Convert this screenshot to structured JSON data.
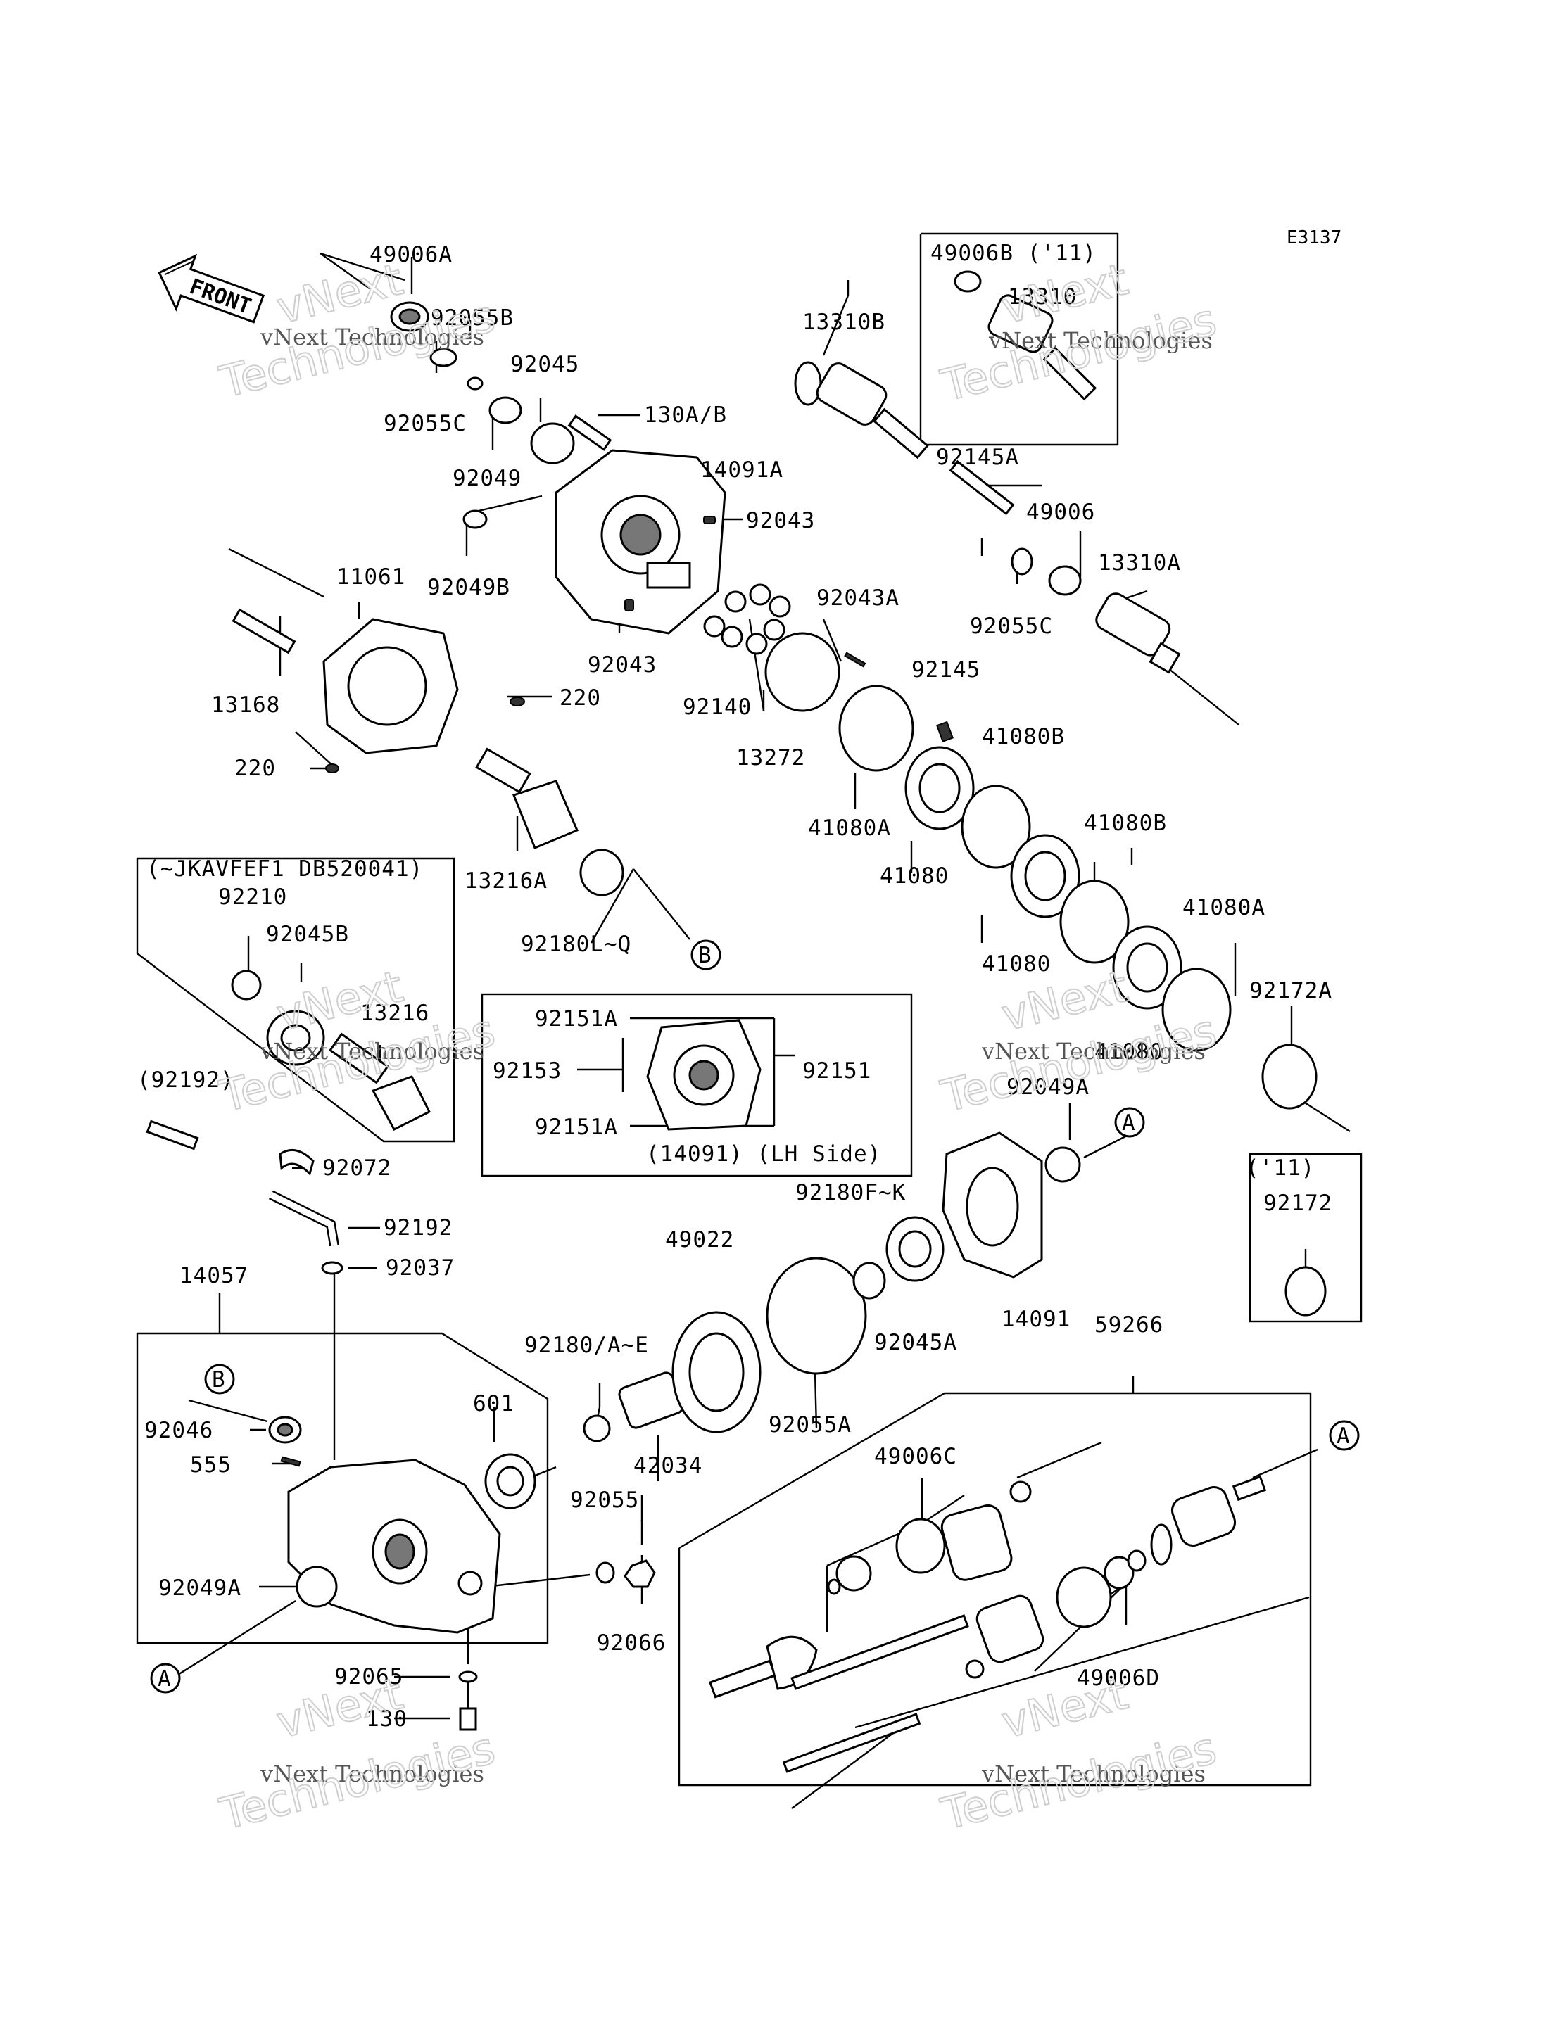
{
  "diagram_code": "E3137",
  "front_arrow": "FRONT",
  "watermark": {
    "brand": "vNext",
    "line": "Technologies",
    "full": "vNext Technologies"
  },
  "parts": {
    "p49006A": "49006A",
    "p92055B": "92055B",
    "p92055C_top": "92055C",
    "p92045": "92045",
    "p130AB": "130A/B",
    "p92049": "92049",
    "p14091A": "14091A",
    "p92043_a": "92043",
    "p92049B": "92049B",
    "p92043_b": "92043",
    "p11061": "11061",
    "p13168": "13168",
    "p220_a": "220",
    "p220_b": "220",
    "p13216A": "13216A",
    "p92180LQ": "92180L~Q",
    "p49006B": "49006B ('11)",
    "p13310": "13310",
    "p13310B": "13310B",
    "p92145A": "92145A",
    "p49006": "49006",
    "p13310A": "13310A",
    "p92055C_r": "92055C",
    "p92043A": "92043A",
    "p92140": "92140",
    "p92145": "92145",
    "p13272": "13272",
    "p41080B_1": "41080B",
    "p41080A_1": "41080A",
    "p41080_1": "41080",
    "p41080B_2": "41080B",
    "p41080_2": "41080",
    "p41080A_2": "41080A",
    "p92172A": "92172A",
    "p41080_3": "41080",
    "p92049A_top": "92049A",
    "p92151A_top": "92151A",
    "p92153": "92153",
    "p92151": "92151",
    "p92151A_bot": "92151A",
    "p14091_lh": "(14091)  (LH Side)",
    "p_serial": "(~JKAVFEF1 DB520041)",
    "p92210": "92210",
    "p92045B": "92045B",
    "p13216": "13216",
    "p92192_paren": "(92192)",
    "p92072": "92072",
    "p92192": "92192",
    "p92037": "92037",
    "p14057": "14057",
    "p92180FK": "92180F~K",
    "p49022": "49022",
    "p14091": "14091",
    "p92045A": "92045A",
    "p92172_11": "('11)",
    "p92172": "92172",
    "p92180AE": "92180/A~E",
    "p601": "601",
    "p92055A": "92055A",
    "p42034": "42034",
    "p59266": "59266",
    "p92046": "92046",
    "p555": "555",
    "p49006C": "49006C",
    "p92055": "92055",
    "p92049A": "92049A",
    "p92066": "92066",
    "p49006D": "49006D",
    "p92065": "92065",
    "p130": "130"
  },
  "callouts": {
    "A": "A",
    "B": "B"
  }
}
